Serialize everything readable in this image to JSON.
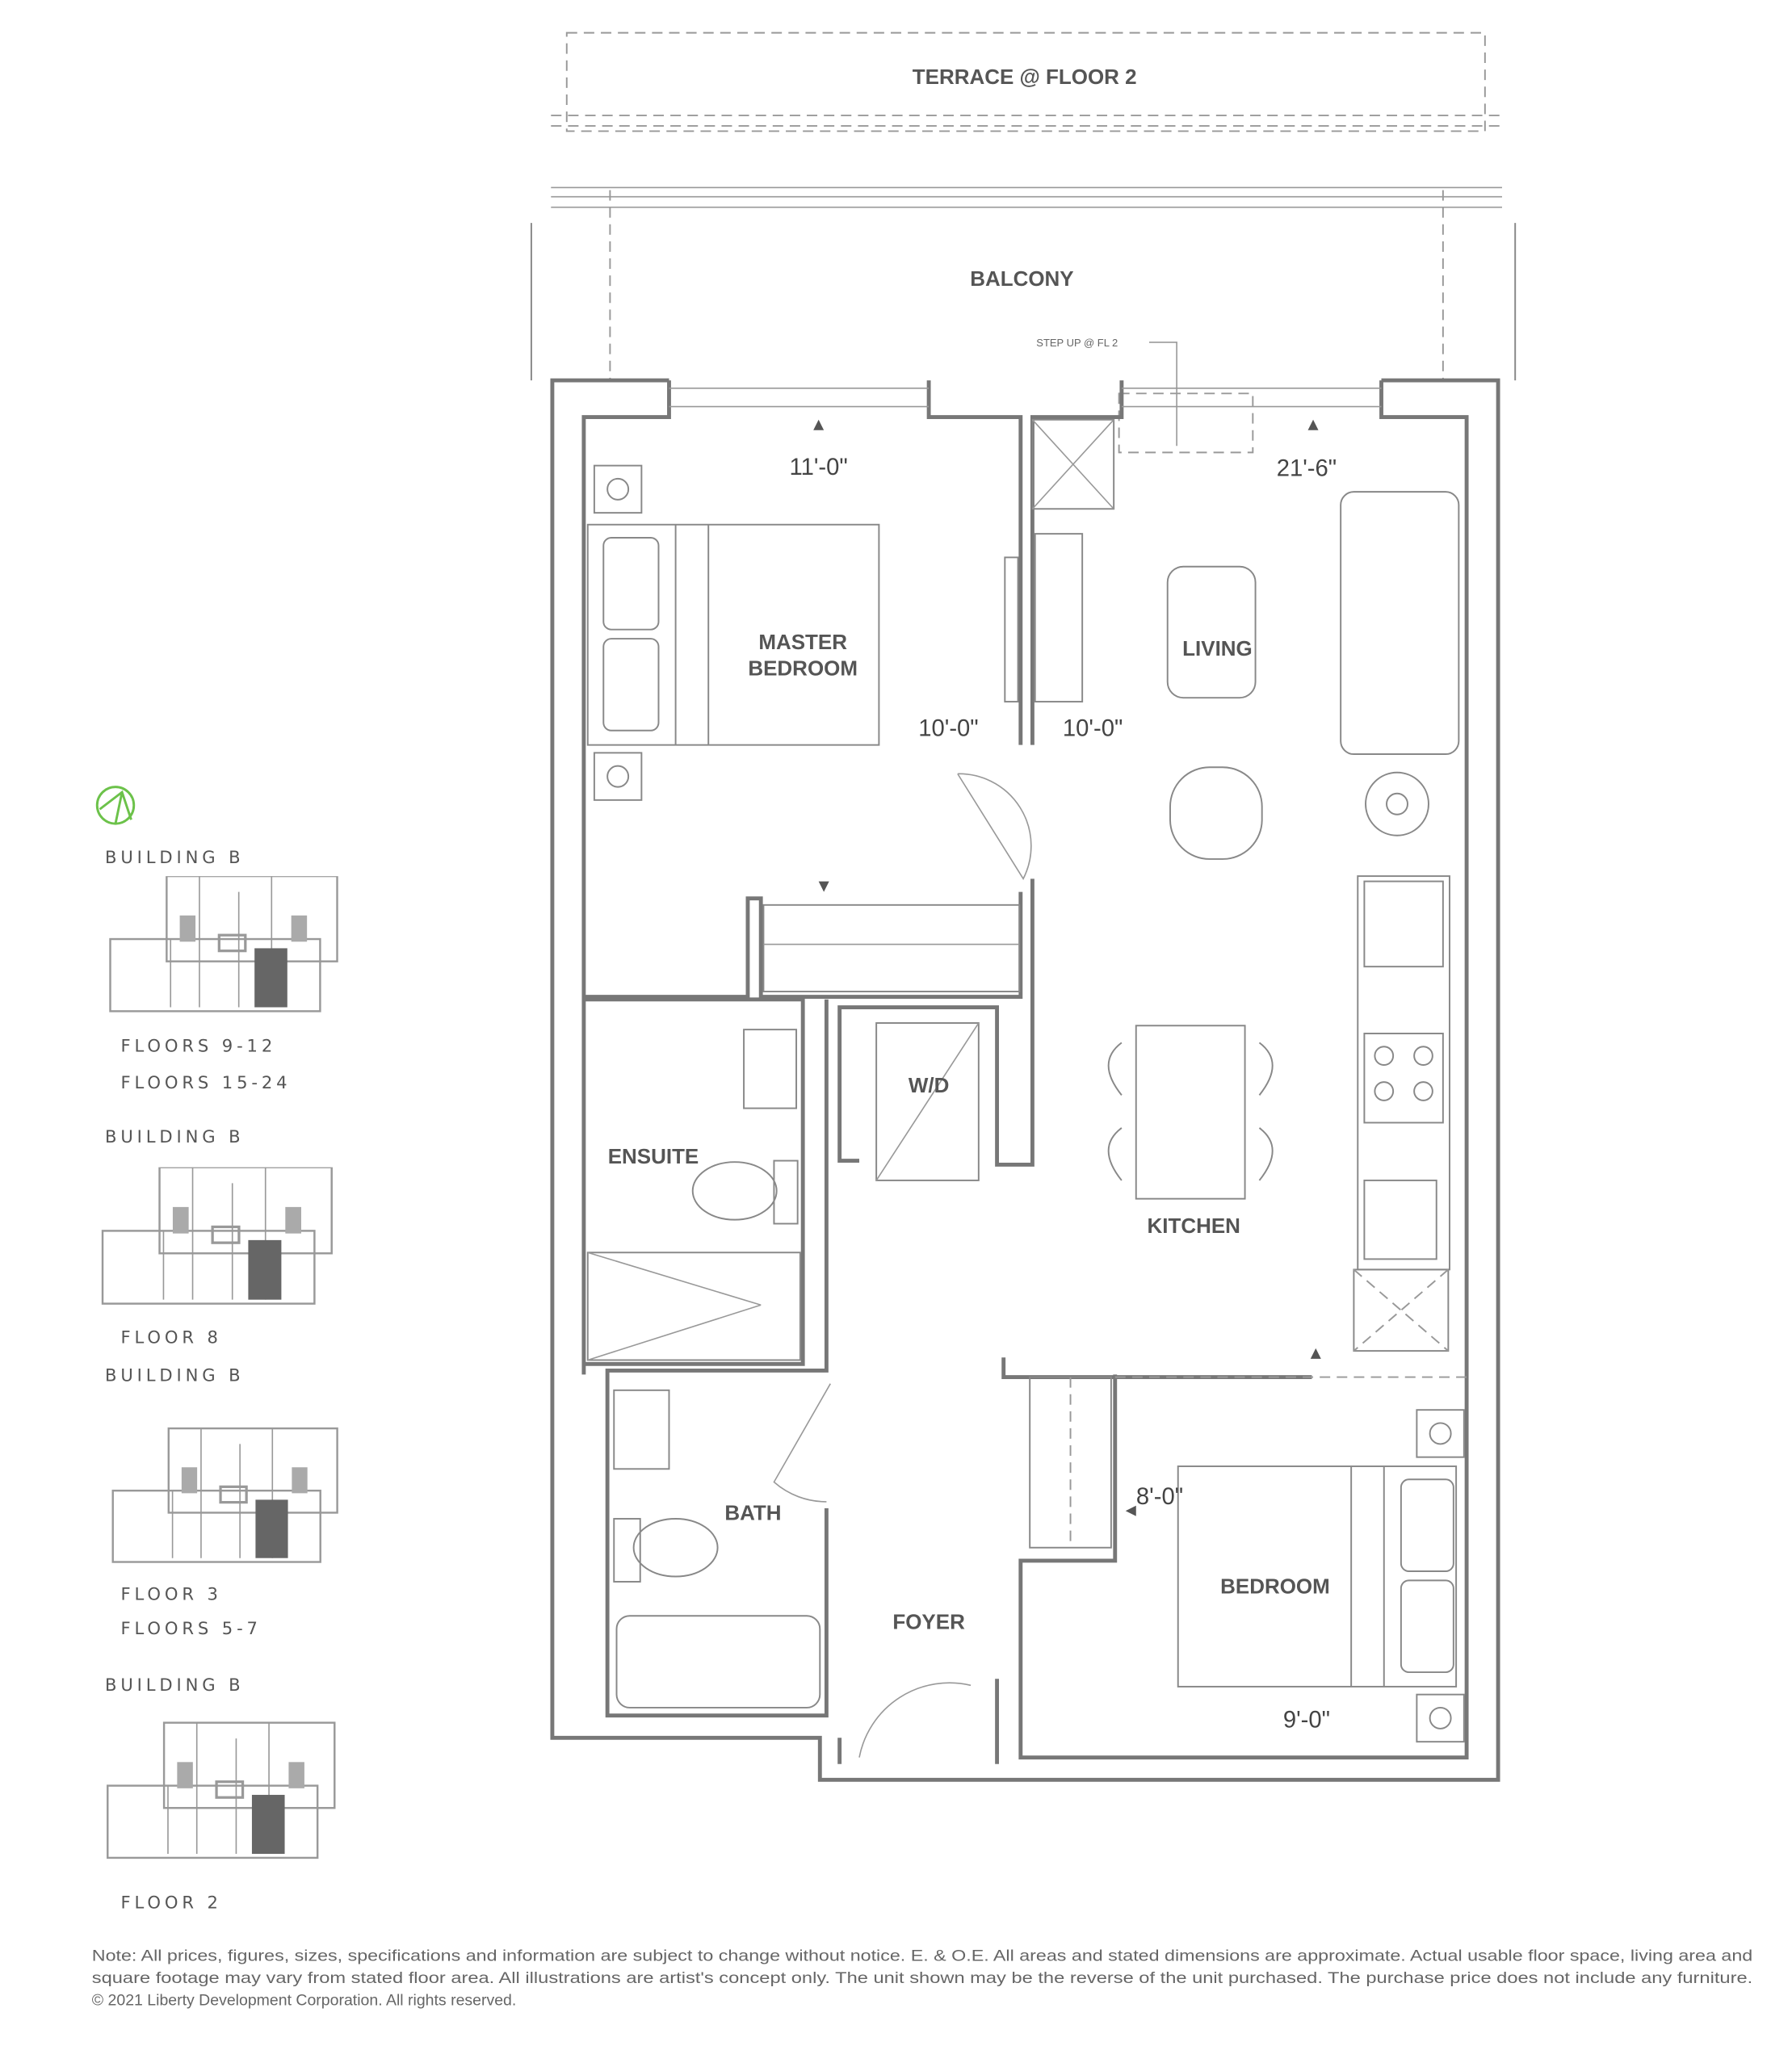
{
  "plan": {
    "terrace_label": "TERRACE @ FLOOR 2",
    "balcony_label": "BALCONY",
    "step_up_label": "STEP UP @ FL 2",
    "rooms": {
      "master_bedroom_line1": "MASTER",
      "master_bedroom_line2": "BEDROOM",
      "living": "LIVING",
      "wd": "W/D",
      "ensuite": "ENSUITE",
      "kitchen": "KITCHEN",
      "bath": "BATH",
      "bedroom": "BEDROOM",
      "foyer": "FOYER"
    },
    "dimensions": {
      "master_width": "11'-0\"",
      "living_width": "21'-6\"",
      "master_depth": "10'-0\"",
      "living_depth": "10'-0\"",
      "bedroom_depth": "8'-0\"",
      "bedroom_width": "9'-0\""
    }
  },
  "key_plans": [
    {
      "building": "BUILDING B",
      "floors": [
        "FLOORS 9-12",
        "FLOORS 15-24"
      ]
    },
    {
      "building": "BUILDING B",
      "floors": [
        "FLOOR 8"
      ]
    },
    {
      "building": "BUILDING B",
      "floors": [
        "FLOOR 3",
        "FLOORS 5-7"
      ]
    },
    {
      "building": "BUILDING B",
      "floors": [
        "FLOOR 2"
      ]
    }
  ],
  "colors": {
    "compass": "#6cc24a",
    "highlight_unit": "#666666"
  },
  "note": {
    "line1": "Note: All prices, figures, sizes, specifications and information are subject to change without notice. E. & O.E. All areas and stated dimensions are approximate. Actual usable floor space, living area and",
    "line2": "square footage may vary from stated floor area. All illustrations are artist's concept only. The unit shown may be the reverse of the unit purchased. The purchase price does not include any furniture.",
    "line3": "© 2021 Liberty Development Corporation. All rights reserved."
  }
}
